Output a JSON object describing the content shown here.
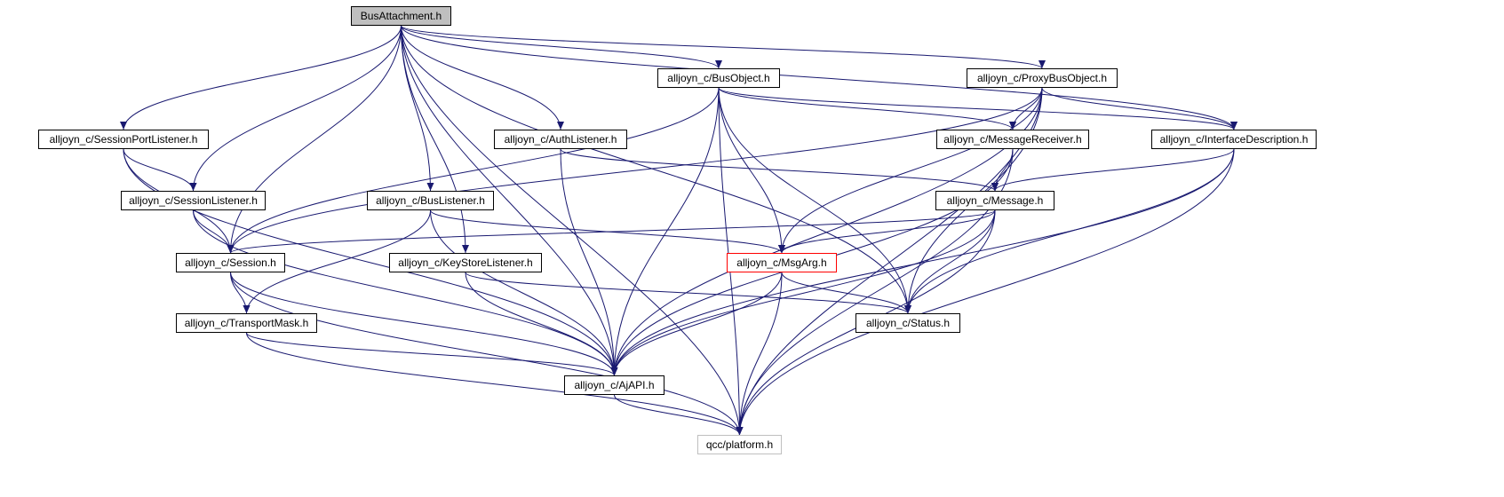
{
  "graph": {
    "colors": {
      "edge": "#191970",
      "node_border": "#000000",
      "root_fill": "#bfbfbf",
      "highlight_border": "#ff0000",
      "external_border": "#bfbfbf"
    },
    "nodes": [
      {
        "id": "bus_attachment",
        "label": "BusAttachment.h",
        "style": "root"
      },
      {
        "id": "bus_object",
        "label": "alljoyn_c/BusObject.h",
        "style": "normal"
      },
      {
        "id": "proxy_bus_object",
        "label": "alljoyn_c/ProxyBusObject.h",
        "style": "normal"
      },
      {
        "id": "session_port_listener",
        "label": "alljoyn_c/SessionPortListener.h",
        "style": "normal"
      },
      {
        "id": "auth_listener",
        "label": "alljoyn_c/AuthListener.h",
        "style": "normal"
      },
      {
        "id": "message_receiver",
        "label": "alljoyn_c/MessageReceiver.h",
        "style": "normal"
      },
      {
        "id": "interface_description",
        "label": "alljoyn_c/InterfaceDescription.h",
        "style": "normal"
      },
      {
        "id": "session_listener",
        "label": "alljoyn_c/SessionListener.h",
        "style": "normal"
      },
      {
        "id": "bus_listener",
        "label": "alljoyn_c/BusListener.h",
        "style": "normal"
      },
      {
        "id": "message",
        "label": "alljoyn_c/Message.h",
        "style": "normal"
      },
      {
        "id": "session",
        "label": "alljoyn_c/Session.h",
        "style": "normal"
      },
      {
        "id": "key_store_listener",
        "label": "alljoyn_c/KeyStoreListener.h",
        "style": "normal"
      },
      {
        "id": "msg_arg",
        "label": "alljoyn_c/MsgArg.h",
        "style": "red"
      },
      {
        "id": "transport_mask",
        "label": "alljoyn_c/TransportMask.h",
        "style": "normal"
      },
      {
        "id": "status",
        "label": "alljoyn_c/Status.h",
        "style": "normal"
      },
      {
        "id": "aj_api",
        "label": "alljoyn_c/AjAPI.h",
        "style": "normal"
      },
      {
        "id": "platform",
        "label": "qcc/platform.h",
        "style": "gray"
      }
    ],
    "edges": [
      [
        "bus_attachment",
        "platform"
      ],
      [
        "bus_attachment",
        "session_port_listener"
      ],
      [
        "bus_attachment",
        "session_listener"
      ],
      [
        "bus_attachment",
        "session"
      ],
      [
        "bus_attachment",
        "bus_listener"
      ],
      [
        "bus_attachment",
        "key_store_listener"
      ],
      [
        "bus_attachment",
        "aj_api"
      ],
      [
        "bus_attachment",
        "auth_listener"
      ],
      [
        "bus_attachment",
        "bus_object"
      ],
      [
        "bus_attachment",
        "proxy_bus_object"
      ],
      [
        "bus_attachment",
        "interface_description"
      ],
      [
        "bus_attachment",
        "status"
      ],
      [
        "bus_object",
        "session"
      ],
      [
        "bus_object",
        "aj_api"
      ],
      [
        "bus_object",
        "platform"
      ],
      [
        "bus_object",
        "msg_arg"
      ],
      [
        "bus_object",
        "status"
      ],
      [
        "bus_object",
        "message_receiver"
      ],
      [
        "bus_object",
        "interface_description"
      ],
      [
        "proxy_bus_object",
        "session"
      ],
      [
        "proxy_bus_object",
        "msg_arg"
      ],
      [
        "proxy_bus_object",
        "message_receiver"
      ],
      [
        "proxy_bus_object",
        "interface_description"
      ],
      [
        "proxy_bus_object",
        "status"
      ],
      [
        "proxy_bus_object",
        "aj_api"
      ],
      [
        "proxy_bus_object",
        "platform"
      ],
      [
        "session_port_listener",
        "session_listener"
      ],
      [
        "session_port_listener",
        "session"
      ],
      [
        "session_port_listener",
        "aj_api"
      ],
      [
        "session_listener",
        "session"
      ],
      [
        "session_listener",
        "aj_api"
      ],
      [
        "auth_listener",
        "message"
      ],
      [
        "auth_listener",
        "aj_api"
      ],
      [
        "message_receiver",
        "message"
      ],
      [
        "message_receiver",
        "aj_api"
      ],
      [
        "message_receiver",
        "platform"
      ],
      [
        "interface_description",
        "message"
      ],
      [
        "interface_description",
        "status"
      ],
      [
        "interface_description",
        "aj_api"
      ],
      [
        "interface_description",
        "platform"
      ],
      [
        "bus_listener",
        "transport_mask"
      ],
      [
        "bus_listener",
        "aj_api"
      ],
      [
        "bus_listener",
        "msg_arg"
      ],
      [
        "message",
        "session"
      ],
      [
        "message",
        "msg_arg"
      ],
      [
        "message",
        "status"
      ],
      [
        "message",
        "aj_api"
      ],
      [
        "message",
        "platform"
      ],
      [
        "session",
        "transport_mask"
      ],
      [
        "session",
        "aj_api"
      ],
      [
        "session",
        "platform"
      ],
      [
        "key_store_listener",
        "status"
      ],
      [
        "key_store_listener",
        "aj_api"
      ],
      [
        "msg_arg",
        "status"
      ],
      [
        "msg_arg",
        "aj_api"
      ],
      [
        "msg_arg",
        "platform"
      ],
      [
        "transport_mask",
        "aj_api"
      ],
      [
        "transport_mask",
        "platform"
      ],
      [
        "aj_api",
        "platform"
      ]
    ]
  }
}
